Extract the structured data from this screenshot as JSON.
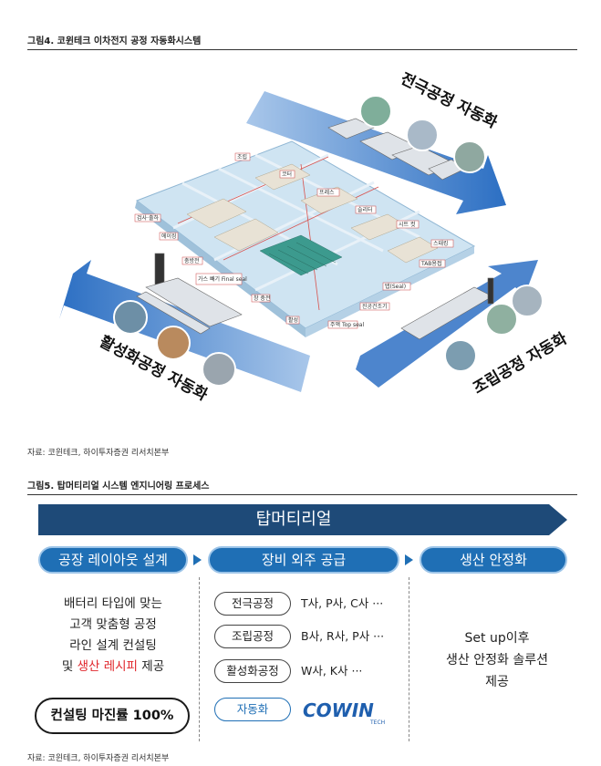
{
  "figure4": {
    "title": "그림4.  코윈테크 이차전지 공정 자동화시스템",
    "source": "자료: 코윈테크, 하이투자증권 리서치본부",
    "arrow_labels": {
      "top": "전극공정 자동화",
      "left": "활성화공정 자동화",
      "right": "조립공정 자동화"
    },
    "zone_labels": [
      "조립",
      "코터",
      "프레스",
      "슬리터",
      "시트 컷",
      "스태킹",
      "TAB용접",
      "탭(Seal)",
      "진공건조기",
      "주액 Top seal",
      "활성",
      "창 충전",
      "가스 빼기 Final seal",
      "충방전",
      "에이징",
      "검사·출하"
    ]
  },
  "figure5": {
    "title": "그림5.  탑머티리얼 시스템 엔지니어링 프로세스",
    "banner": "탑머티리얼",
    "col1_header": "공장 레이아웃 설계",
    "col2_header": "장비 외주 공급",
    "col3_header": "생산 안정화",
    "col1_lines": [
      "배터리 타입에 맞는",
      "고객 맞춤형 공정",
      "라인 설계 컨설팅"
    ],
    "col1_last_prefix": "및 ",
    "col1_last_highlight": "생산 레시피",
    "col1_last_suffix": " 제공",
    "col1_margin": "컨설팅 마진률 100%",
    "processes": [
      {
        "name": "전극공정",
        "clients": "T사, P사, C사 ···"
      },
      {
        "name": "조립공정",
        "clients": "B사, R사, P사 ···"
      },
      {
        "name": "활성화공정",
        "clients": "W사, K사 ···"
      }
    ],
    "automation_label": "자동화",
    "logo_main": "COWIN",
    "logo_sub": "TECH",
    "col3_lines": [
      "Set up이후",
      "생산 안정화 솔루션",
      "제공"
    ],
    "source": "자료: 코윈테크, 하이투자증권 리서치본부"
  },
  "colors": {
    "accent_blue": "#1f6fb5",
    "banner_navy": "#1e4a78",
    "highlight_red": "#e0262c"
  }
}
